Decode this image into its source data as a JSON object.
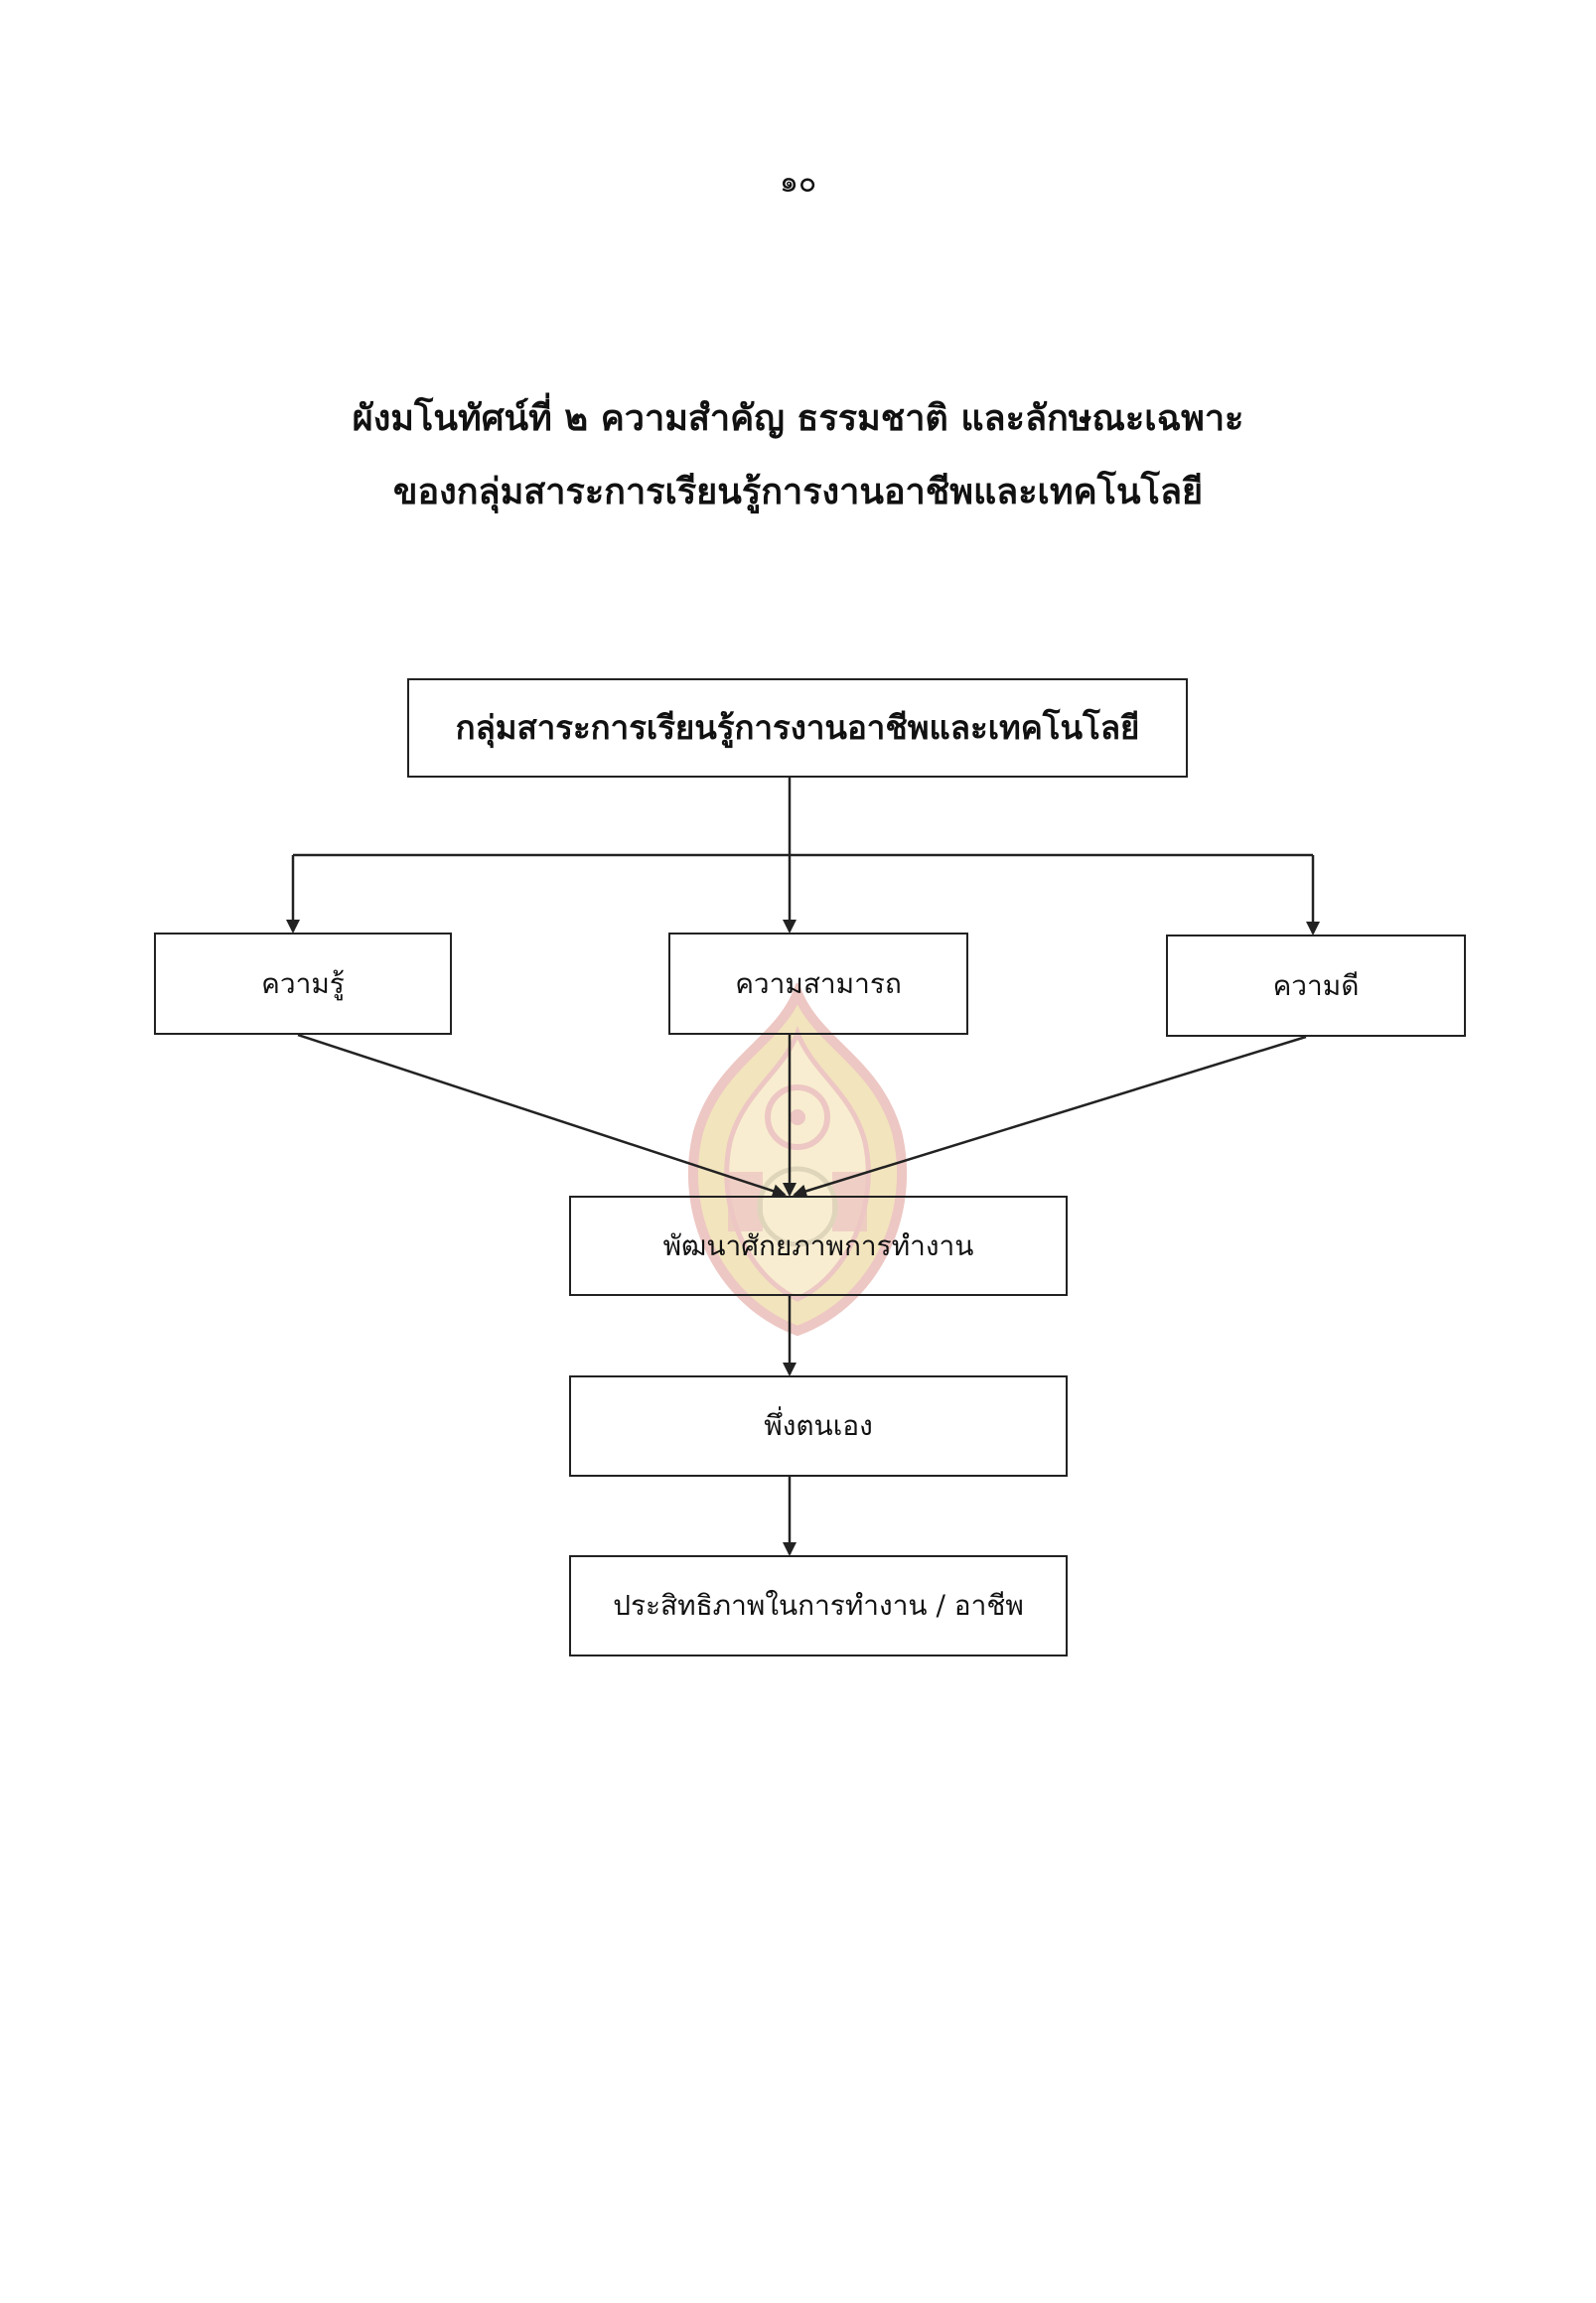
{
  "page_number": "๑๐",
  "title": {
    "line1": "ผังมโนทัศน์ที่ ๒ ความสำคัญ ธรรมชาติ และลักษณะเฉพาะ",
    "line2": "ของกลุ่มสาระการเรียนรู้การงานอาชีพและเทคโนโลยี"
  },
  "diagram": {
    "root": "กลุ่มสาระการเรียนรู้การงานอาชีพและเทคโนโลยี",
    "branches": [
      "ความรู้",
      "ความสามารถ",
      "ความดี"
    ],
    "chain": [
      "พัฒนาศักยภาพการทำงาน",
      "พึ่งตนเอง",
      "ประสิทธิภาพในการทำงาน / อาชีพ"
    ]
  },
  "colors": {
    "line": "#222222",
    "seal_red": "#c0392b",
    "seal_gold": "#d4a017"
  },
  "seal_icon": "government-seal-watermark-icon"
}
